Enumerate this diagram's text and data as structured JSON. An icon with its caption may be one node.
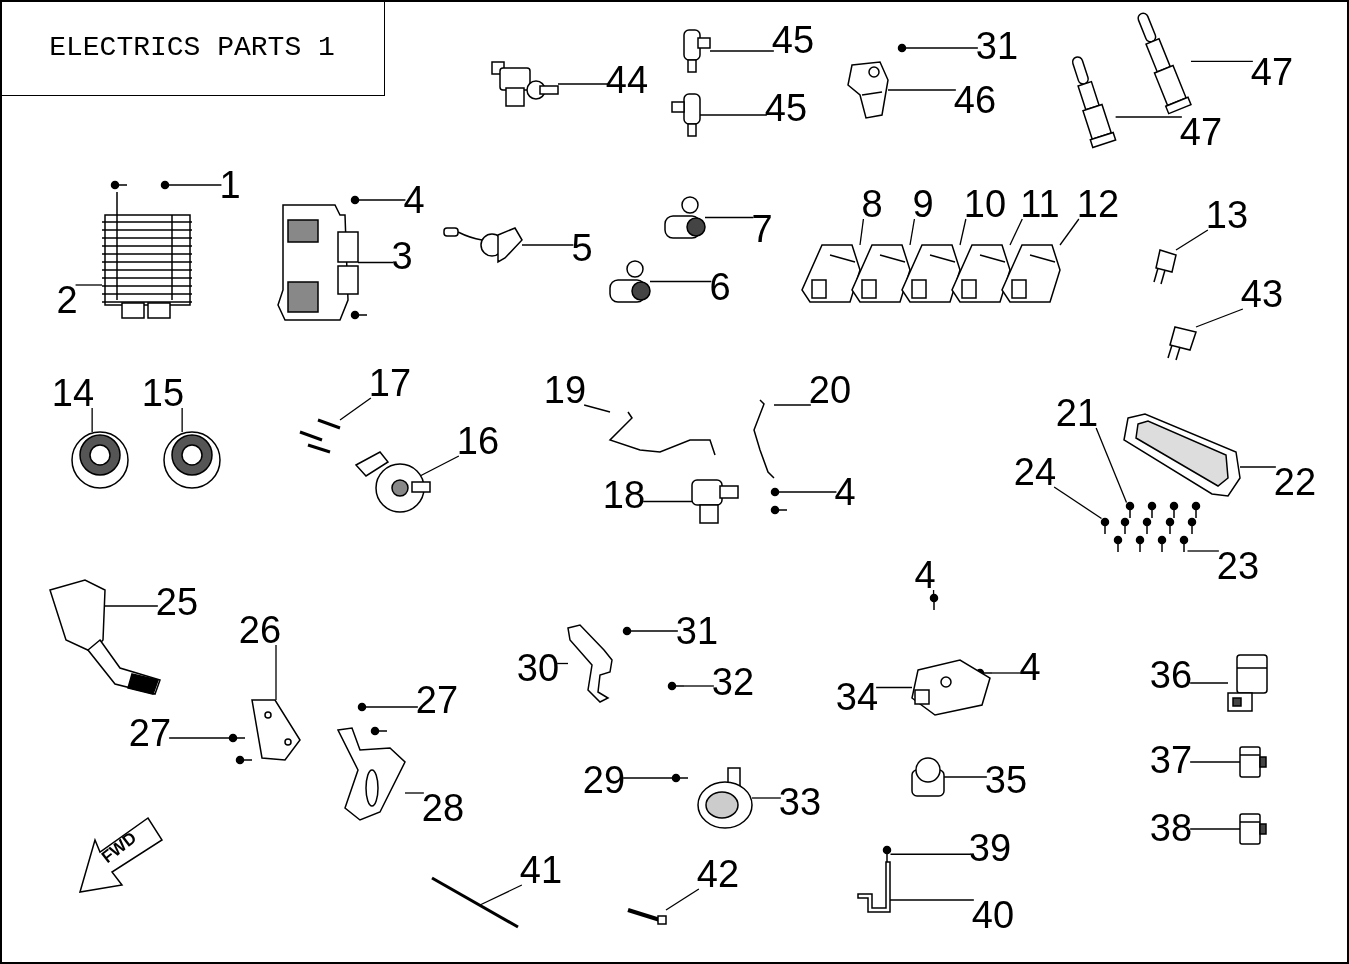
{
  "diagram": {
    "nodes": [
      {
        "text": [
          "ELECTRICS PARTS 1"
        ]
      },
      {
        "text": [
          "45"
        ]
      },
      {
        "text": [
          "31"
        ]
      },
      {
        "text": [
          "47"
        ]
      },
      {
        "text": [
          "44"
        ]
      },
      {
        "text": [
          "46"
        ]
      },
      {
        "text": [
          "45"
        ]
      },
      {
        "text": [
          "47"
        ]
      },
      {
        "text": [
          "1"
        ]
      },
      {
        "text": [
          "4"
        ]
      },
      {
        "text": [
          "8"
        ]
      },
      {
        "text": [
          "9"
        ]
      },
      {
        "text": [
          "10"
        ]
      },
      {
        "text": [
          "11"
        ]
      },
      {
        "text": [
          "12"
        ]
      },
      {
        "text": [
          "13"
        ]
      },
      {
        "text": [
          "7"
        ]
      },
      {
        "text": [
          "5"
        ]
      },
      {
        "text": [
          "3"
        ]
      },
      {
        "text": [
          "6"
        ]
      },
      {
        "text": [
          "43"
        ]
      },
      {
        "text": [
          "2"
        ]
      },
      {
        "text": [
          "17"
        ]
      },
      {
        "text": [
          "19"
        ]
      },
      {
        "text": [
          "20"
        ]
      },
      {
        "text": [
          "14"
        ]
      },
      {
        "text": [
          "15"
        ]
      },
      {
        "text": [
          "21"
        ]
      },
      {
        "text": [
          "16"
        ]
      },
      {
        "text": [
          "24"
        ]
      },
      {
        "text": [
          "22"
        ]
      },
      {
        "text": [
          "4"
        ]
      },
      {
        "text": [
          "18"
        ]
      },
      {
        "text": [
          "23"
        ]
      },
      {
        "text": [
          "4"
        ]
      },
      {
        "text": [
          "25"
        ]
      },
      {
        "text": [
          "26"
        ]
      },
      {
        "text": [
          "31"
        ]
      },
      {
        "text": [
          "4"
        ]
      },
      {
        "text": [
          "30"
        ]
      },
      {
        "text": [
          "36"
        ]
      },
      {
        "text": [
          "32"
        ]
      },
      {
        "text": [
          "34"
        ]
      },
      {
        "text": [
          "27"
        ]
      },
      {
        "text": [
          "27"
        ]
      },
      {
        "text": [
          "37"
        ]
      },
      {
        "text": [
          "29"
        ]
      },
      {
        "text": [
          "35"
        ]
      },
      {
        "text": [
          "33"
        ]
      },
      {
        "text": [
          "28"
        ]
      },
      {
        "text": [
          "38"
        ]
      },
      {
        "text": [
          "39"
        ]
      },
      {
        "text": [
          "41"
        ]
      },
      {
        "text": [
          "42"
        ]
      },
      {
        "text": [
          "40"
        ]
      },
      {
        "text": [
          "FWD"
        ]
      },
      {
        "text": [],
        "shape": "picture"
      },
      {
        "text": [],
        "shape": "picture"
      },
      {
        "text": [],
        "shape": "picture"
      },
      {
        "text": [],
        "shape": "picture"
      },
      {
        "text": [],
        "shape": "picture"
      },
      {
        "text": [],
        "shape": "picture"
      },
      {
        "text": [],
        "shape": "picture"
      },
      {
        "text": [],
        "shape": "picture"
      },
      {
        "text": [],
        "shape": "picture"
      },
      {
        "text": [],
        "shape": "picture"
      },
      {
        "text": [],
        "shape": "picture"
      },
      {
        "text": [],
        "shape": "picture"
      },
      {
        "text": [],
        "shape": "picture"
      },
      {
        "text": [],
        "shape": "picture"
      },
      {
        "text": [],
        "shape": "picture"
      },
      {
        "text": [],
        "shape": "picture"
      },
      {
        "text": [],
        "shape": "picture"
      },
      {
        "text": [],
        "shape": "picture"
      },
      {
        "text": [],
        "shape": "picture"
      },
      {
        "text": [],
        "shape": "picture"
      },
      {
        "text": [],
        "shape": "picture"
      },
      {
        "text": [],
        "shape": "picture"
      },
      {
        "text": [],
        "shape": "picture"
      },
      {
        "text": [],
        "shape": "picture"
      },
      {
        "text": [],
        "shape": "picture"
      },
      {
        "text": [],
        "shape": "picture"
      },
      {
        "text": [],
        "shape": "picture"
      },
      {
        "text": [],
        "shape": "picture"
      },
      {
        "text": [],
        "shape": "picture"
      },
      {
        "text": [],
        "shape": "picture"
      },
      {
        "text": [],
        "shape": "picture"
      },
      {
        "text": [],
        "shape": "picture"
      },
      {
        "text": [],
        "shape": "picture"
      },
      {
        "text": [],
        "shape": "picture"
      },
      {
        "text": [],
        "shape": "picture"
      },
      {
        "text": [],
        "shape": "picture"
      },
      {
        "text": [],
        "shape": "picture"
      },
      {
        "text": [],
        "shape": "picture"
      },
      {
        "text": [],
        "shape": "picture"
      },
      {
        "text": [],
        "shape": "picture"
      },
      {
        "text": [],
        "shape": "picture"
      },
      {
        "text": [],
        "shape": "picture"
      },
      {
        "text": [],
        "shape": "picture"
      },
      {
        "text": [],
        "shape": "picture"
      },
      {
        "text": [],
        "shape": "picture"
      },
      {
        "text": [],
        "shape": "picture"
      },
      {
        "text": [],
        "shape": "picture"
      },
      {
        "text": [],
        "shape": "picture"
      },
      {
        "text": [],
        "shape": "picture"
      },
      {
        "text": [],
        "shape": "picture"
      },
      {
        "text": [],
        "shape": "picture"
      },
      {
        "text": [],
        "shape": "picture"
      },
      {
        "text": [],
        "shape": "picture"
      },
      {
        "text": [],
        "shape": "picture"
      }
    ],
    "edges": [
      {
        "from": 1,
        "to": 56,
        "arrow": "none"
      },
      {
        "from": 2,
        "to": 57,
        "arrow": "none"
      },
      {
        "from": 3,
        "to": 58,
        "arrow": "none"
      },
      {
        "from": 4,
        "to": 59,
        "arrow": "none"
      },
      {
        "from": 5,
        "to": 60,
        "arrow": "none"
      },
      {
        "from": 6,
        "to": 61,
        "arrow": "none"
      },
      {
        "from": 7,
        "to": 62,
        "arrow": "none"
      },
      {
        "from": 8,
        "to": 63,
        "arrow": "none"
      },
      {
        "from": 9,
        "to": 64,
        "arrow": "none"
      },
      {
        "from": 10,
        "to": 65,
        "arrow": "none"
      },
      {
        "from": 11,
        "to": 66,
        "arrow": "none"
      },
      {
        "from": 12,
        "to": 67,
        "arrow": "none"
      },
      {
        "from": 13,
        "to": 68,
        "arrow": "none"
      },
      {
        "from": 14,
        "to": 69,
        "arrow": "none"
      },
      {
        "from": 15,
        "to": 70,
        "arrow": "none"
      },
      {
        "from": 16,
        "to": 71,
        "arrow": "none"
      },
      {
        "from": 17,
        "to": 72,
        "arrow": "none"
      },
      {
        "from": 18,
        "to": 73,
        "arrow": "none"
      },
      {
        "from": 19,
        "to": 74,
        "arrow": "none"
      },
      {
        "from": 20,
        "to": 75,
        "arrow": "none"
      },
      {
        "from": 21,
        "to": 76,
        "arrow": "none"
      },
      {
        "from": 22,
        "to": 77,
        "arrow": "none"
      },
      {
        "from": 23,
        "to": 78,
        "arrow": "none"
      },
      {
        "from": 24,
        "to": 79,
        "arrow": "none"
      },
      {
        "from": 25,
        "to": 80,
        "arrow": "none"
      },
      {
        "from": 26,
        "to": 81,
        "arrow": "none"
      },
      {
        "from": 27,
        "to": 82,
        "arrow": "none"
      },
      {
        "from": 28,
        "to": 83,
        "arrow": "none"
      },
      {
        "from": 29,
        "to": 84,
        "arrow": "none"
      },
      {
        "from": 30,
        "to": 85,
        "arrow": "none"
      },
      {
        "from": 31,
        "to": 86,
        "arrow": "none"
      },
      {
        "from": 32,
        "to": 87,
        "arrow": "none"
      },
      {
        "from": 33,
        "to": 88,
        "arrow": "none"
      },
      {
        "from": 34,
        "to": 89,
        "arrow": "none"
      },
      {
        "from": 35,
        "to": 90,
        "arrow": "none"
      },
      {
        "from": 36,
        "to": 91,
        "arrow": "none"
      },
      {
        "from": 37,
        "to": 92,
        "arrow": "none"
      },
      {
        "from": 38,
        "to": 93,
        "arrow": "none"
      },
      {
        "from": 39,
        "to": 94,
        "arrow": "none"
      },
      {
        "from": 40,
        "to": 95,
        "arrow": "none"
      },
      {
        "from": 41,
        "to": 96,
        "arrow": "none"
      },
      {
        "from": 42,
        "to": 97,
        "arrow": "none"
      },
      {
        "from": 43,
        "to": 98,
        "arrow": "none"
      },
      {
        "from": 44,
        "to": 99,
        "arrow": "none"
      },
      {
        "from": 45,
        "to": 100,
        "arrow": "none"
      },
      {
        "from": 46,
        "to": 101,
        "arrow": "none"
      },
      {
        "from": 47,
        "to": 102,
        "arrow": "none"
      },
      {
        "from": 48,
        "to": 103,
        "arrow": "none"
      },
      {
        "from": 49,
        "to": 104,
        "arrow": "none"
      },
      {
        "from": 50,
        "to": 105,
        "arrow": "none"
      },
      {
        "from": 51,
        "to": 106,
        "arrow": "none"
      },
      {
        "from": 52,
        "to": 107,
        "arrow": "none"
      },
      {
        "from": 53,
        "to": 108,
        "arrow": "none"
      },
      {
        "from": 54,
        "to": 109,
        "arrow": "none"
      }
    ]
  }
}
